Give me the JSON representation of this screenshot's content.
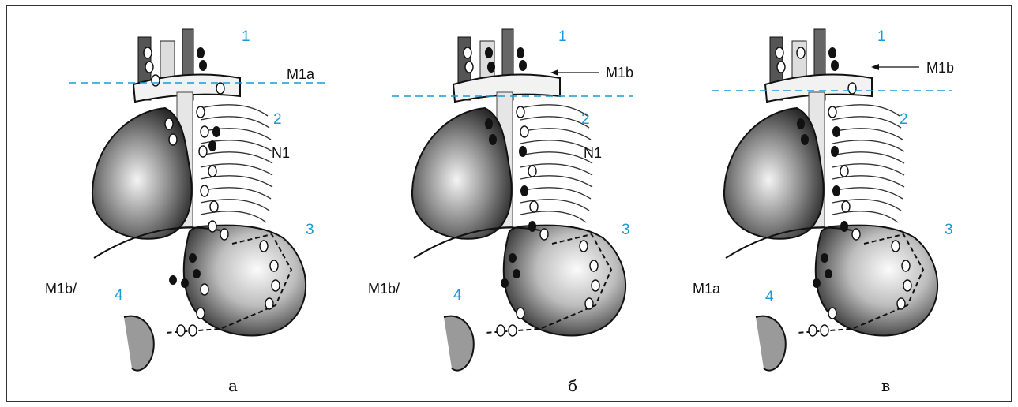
{
  "accent_color": "#1a9ad6",
  "panels": [
    {
      "caption": "а",
      "stations": [
        "1",
        "2",
        "3",
        "4"
      ],
      "labels": {
        "upper": "M1a",
        "middle": "N1",
        "lower": "M1b/"
      },
      "arrow": false
    },
    {
      "caption": "б",
      "stations": [
        "1",
        "2",
        "3",
        "4"
      ],
      "labels": {
        "upper": "M1b",
        "middle": "N1",
        "lower": "M1b/"
      },
      "arrow": true
    },
    {
      "caption": "в",
      "stations": [
        "1",
        "2",
        "3",
        "4"
      ],
      "labels": {
        "upper": "M1b",
        "middle": "",
        "lower": "M1a"
      },
      "arrow": true
    }
  ]
}
